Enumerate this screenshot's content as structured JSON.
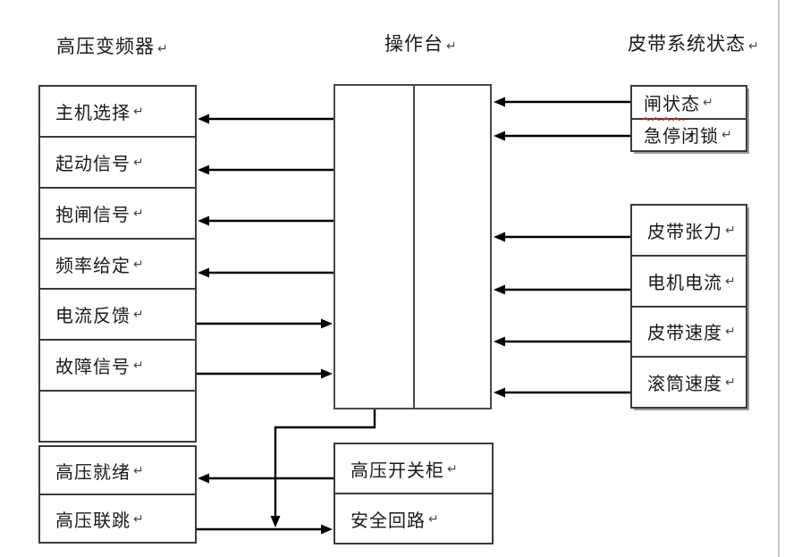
{
  "titles": {
    "inverter": "高压变频器",
    "console": "操作台",
    "belt_status": "皮带系统状态"
  },
  "return_mark": "↵",
  "inverter_rows": [
    "主机选择",
    "起动信号",
    "抱闸信号",
    "频率给定",
    "电流反馈",
    "故障信号",
    ""
  ],
  "inverter_rows2": [
    "高压就绪",
    "高压联跳"
  ],
  "belt_rows_top": [
    "闸状态",
    "急停闭锁"
  ],
  "belt_rows_bottom": [
    "皮带张力",
    "电机电流",
    "皮带速度",
    "滚筒速度"
  ],
  "switchgear_rows": [
    "高压开关柜",
    "安全回路"
  ],
  "colors": {
    "arrow_line": "#000000",
    "box_border": "#3b3b3b",
    "text": "#1a1a1a",
    "spellcheck_squiggle": "#e02b20",
    "page_edge": "#c9c9c9"
  }
}
